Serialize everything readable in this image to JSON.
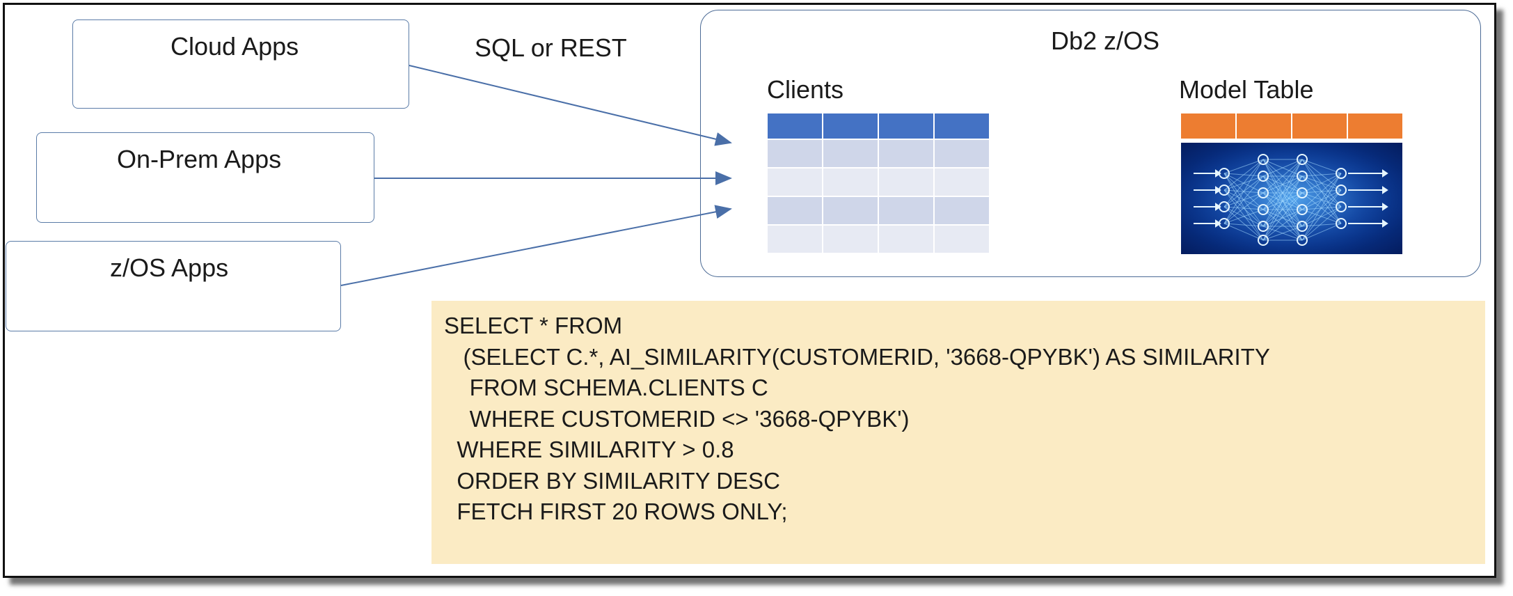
{
  "apps": [
    {
      "label": "Cloud Apps"
    },
    {
      "label": "On-Prem Apps"
    },
    {
      "label": "z/OS Apps"
    }
  ],
  "connector_label": "SQL or REST",
  "db": {
    "title": "Db2 z/OS",
    "clients_label": "Clients",
    "model_table_label": "Model Table"
  },
  "sql": {
    "lines": [
      "SELECT * FROM",
      "   (SELECT C.*, AI_SIMILARITY(CUSTOMERID, '3668-QPYBK') AS SIMILARITY",
      "    FROM SCHEMA.CLIENTS C",
      "    WHERE CUSTOMERID <> '3668-QPYBK')",
      "  WHERE SIMILARITY > 0.8",
      "  ORDER BY SIMILARITY DESC",
      "  FETCH FIRST 20 ROWS ONLY;"
    ]
  },
  "colors": {
    "clients_header": "#4472c4",
    "model_header": "#ed7d31",
    "sql_background": "#fbebc4",
    "arrow": "#4a6fa8"
  },
  "icons": {
    "model_image": "neural-network-icon"
  }
}
